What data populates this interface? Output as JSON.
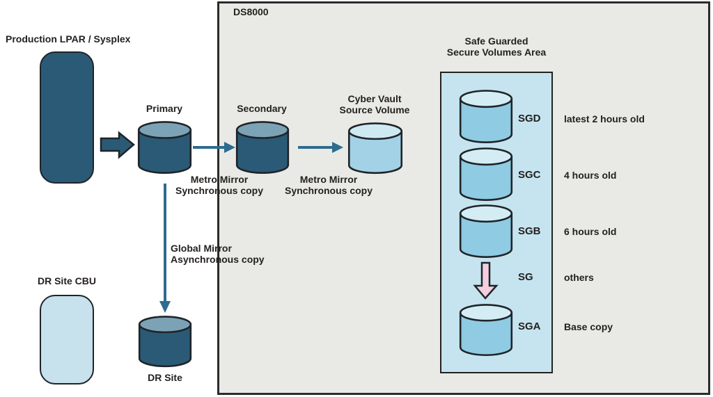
{
  "ds8000": {
    "title": "DS8000"
  },
  "production": {
    "label": "Production LPAR / Sysplex"
  },
  "nodes": {
    "primary": "Primary",
    "secondary": "Secondary",
    "cyber_vault": [
      "Cyber Vault",
      "Source Volume"
    ],
    "dr_site_cbu": "DR Site CBU",
    "dr_site": "DR Site"
  },
  "links": {
    "metro_mirror_1": [
      "Metro Mirror",
      "Synchronous copy"
    ],
    "metro_mirror_2": [
      "Metro Mirror",
      "Synchronous copy"
    ],
    "global_mirror": [
      "Global Mirror",
      "Asynchronous copy"
    ]
  },
  "safe_guarded": {
    "title": [
      "Safe Guarded",
      "Secure Volumes Area"
    ],
    "rows": [
      {
        "id": "SGD",
        "desc": "latest 2 hours old"
      },
      {
        "id": "SGC",
        "desc": "4 hours old"
      },
      {
        "id": "SGB",
        "desc": "6 hours old"
      },
      {
        "id": "SG",
        "desc": "others"
      },
      {
        "id": "SGA",
        "desc": "Base copy"
      }
    ]
  },
  "colors": {
    "dark_volume": "#2A5A76",
    "dark_volume_top": "#7CA3B5",
    "light_volume": "#A3D2E7",
    "light_volume_top": "#CFE9F3",
    "sg_volume": "#8FCBE2",
    "sg_volume_top": "#D4EDF5",
    "safe_area_fill": "#C5E4EF",
    "ds8000_fill": "#E9EAE6",
    "arrow_blue": "#2E6B8F",
    "pink_arrow": "#F2CEDE",
    "outline": "#1F2429"
  }
}
